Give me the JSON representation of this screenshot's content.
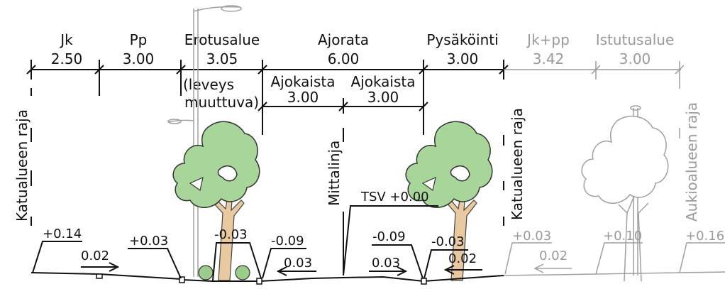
{
  "zones": [
    {
      "name": "Jk",
      "width": "2.50"
    },
    {
      "name": "Pp",
      "width": "3.00"
    },
    {
      "name": "Erotusalue",
      "width": "3.05"
    },
    {
      "name": "Ajorata",
      "width": "6.00"
    },
    {
      "name": "Pysäköinti",
      "width": "3.00"
    },
    {
      "name": "Jk+pp",
      "width": "3.42"
    },
    {
      "name": "Istutusalue",
      "width": "3.00"
    }
  ],
  "note_line1": "(leveys",
  "note_line2": "muuttuva)",
  "lanes": [
    {
      "name": "Ajokaista",
      "width": "3.00"
    },
    {
      "name": "Ajokaista",
      "width": "3.00"
    }
  ],
  "vertical_labels": {
    "left_boundary": "Katualueen raja",
    "centerline": "Mittalinja",
    "right_boundary": "Katualueen raja",
    "far_right": "Aukioalueen raja"
  },
  "tsv_label": "TSV +0.00",
  "elevations": [
    "+0.14",
    "+0.03",
    "-0.03",
    "-0.09",
    "-0.09",
    "-0.03",
    "+0.03",
    "+0.10",
    "+0.16"
  ],
  "slopes": [
    "0.02",
    "0.03",
    "0.03",
    "0.02",
    "0.02"
  ]
}
